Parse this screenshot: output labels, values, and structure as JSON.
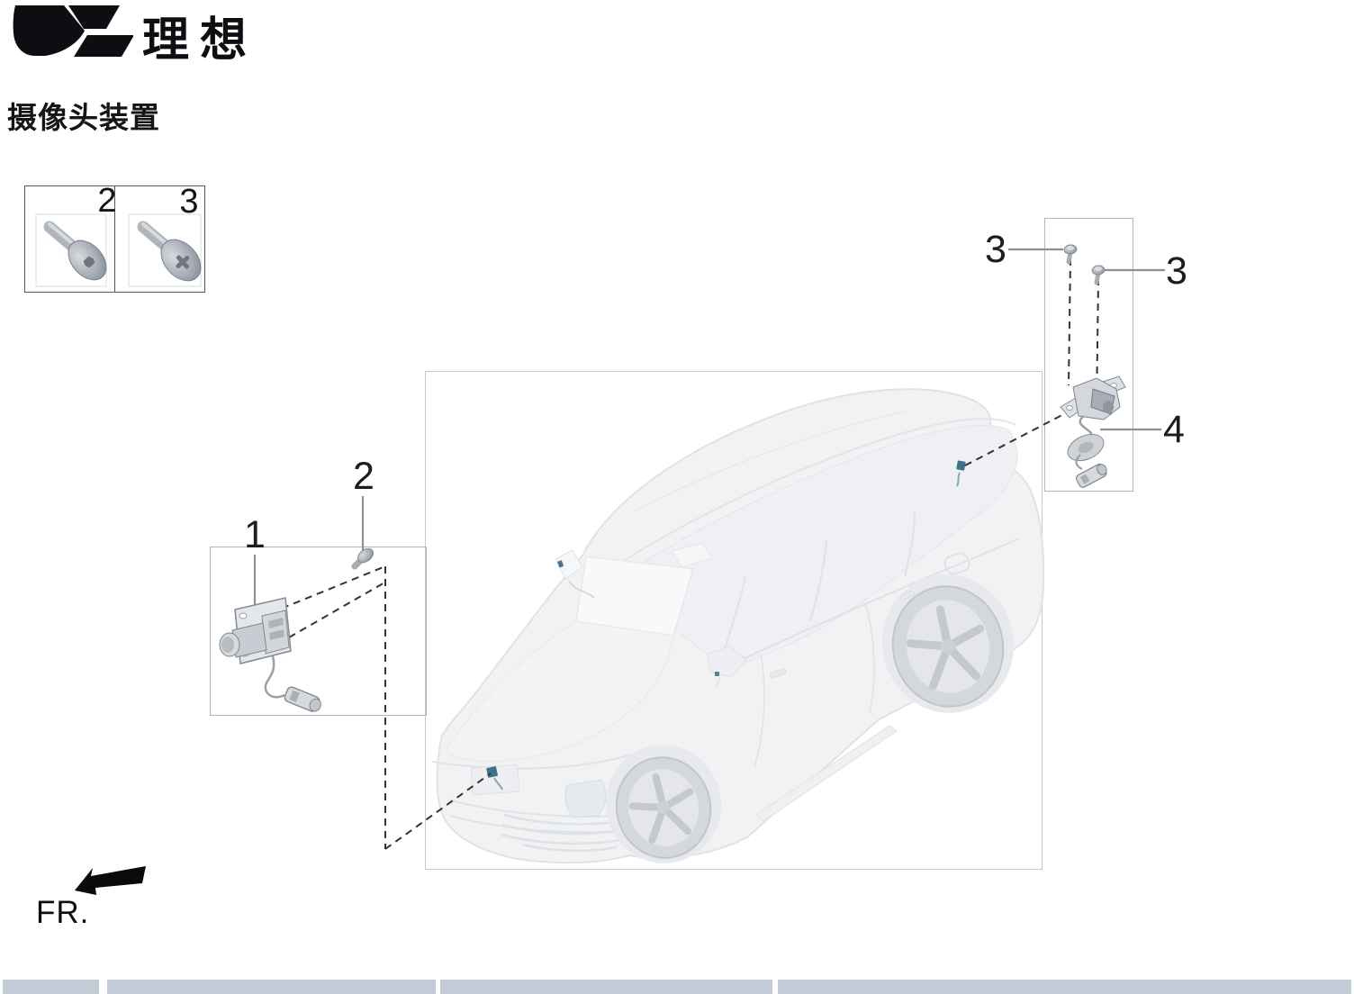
{
  "brand": {
    "name": "理想",
    "logo_icon": "li-auto-mark"
  },
  "page": {
    "title": "摄像头装置"
  },
  "legend": {
    "items": [
      {
        "number": "2",
        "icon": "coarse-thread-screw"
      },
      {
        "number": "3",
        "icon": "phillips-screw"
      }
    ]
  },
  "callouts": [
    {
      "label": "1"
    },
    {
      "label": "2"
    },
    {
      "label": "3"
    },
    {
      "label": "3"
    },
    {
      "label": "4"
    }
  ],
  "direction": {
    "label": "FR.",
    "icon": "front-direction-arrow"
  },
  "table": {
    "header_cells": 4,
    "header_fill": "#c3ccd6"
  },
  "colors": {
    "marker_teal": "#44758a",
    "leader_line": "#8d9196",
    "dashed_line": "#333333",
    "frame_border": "#b2b6ba",
    "diagram_gray": "#d4d7db"
  }
}
